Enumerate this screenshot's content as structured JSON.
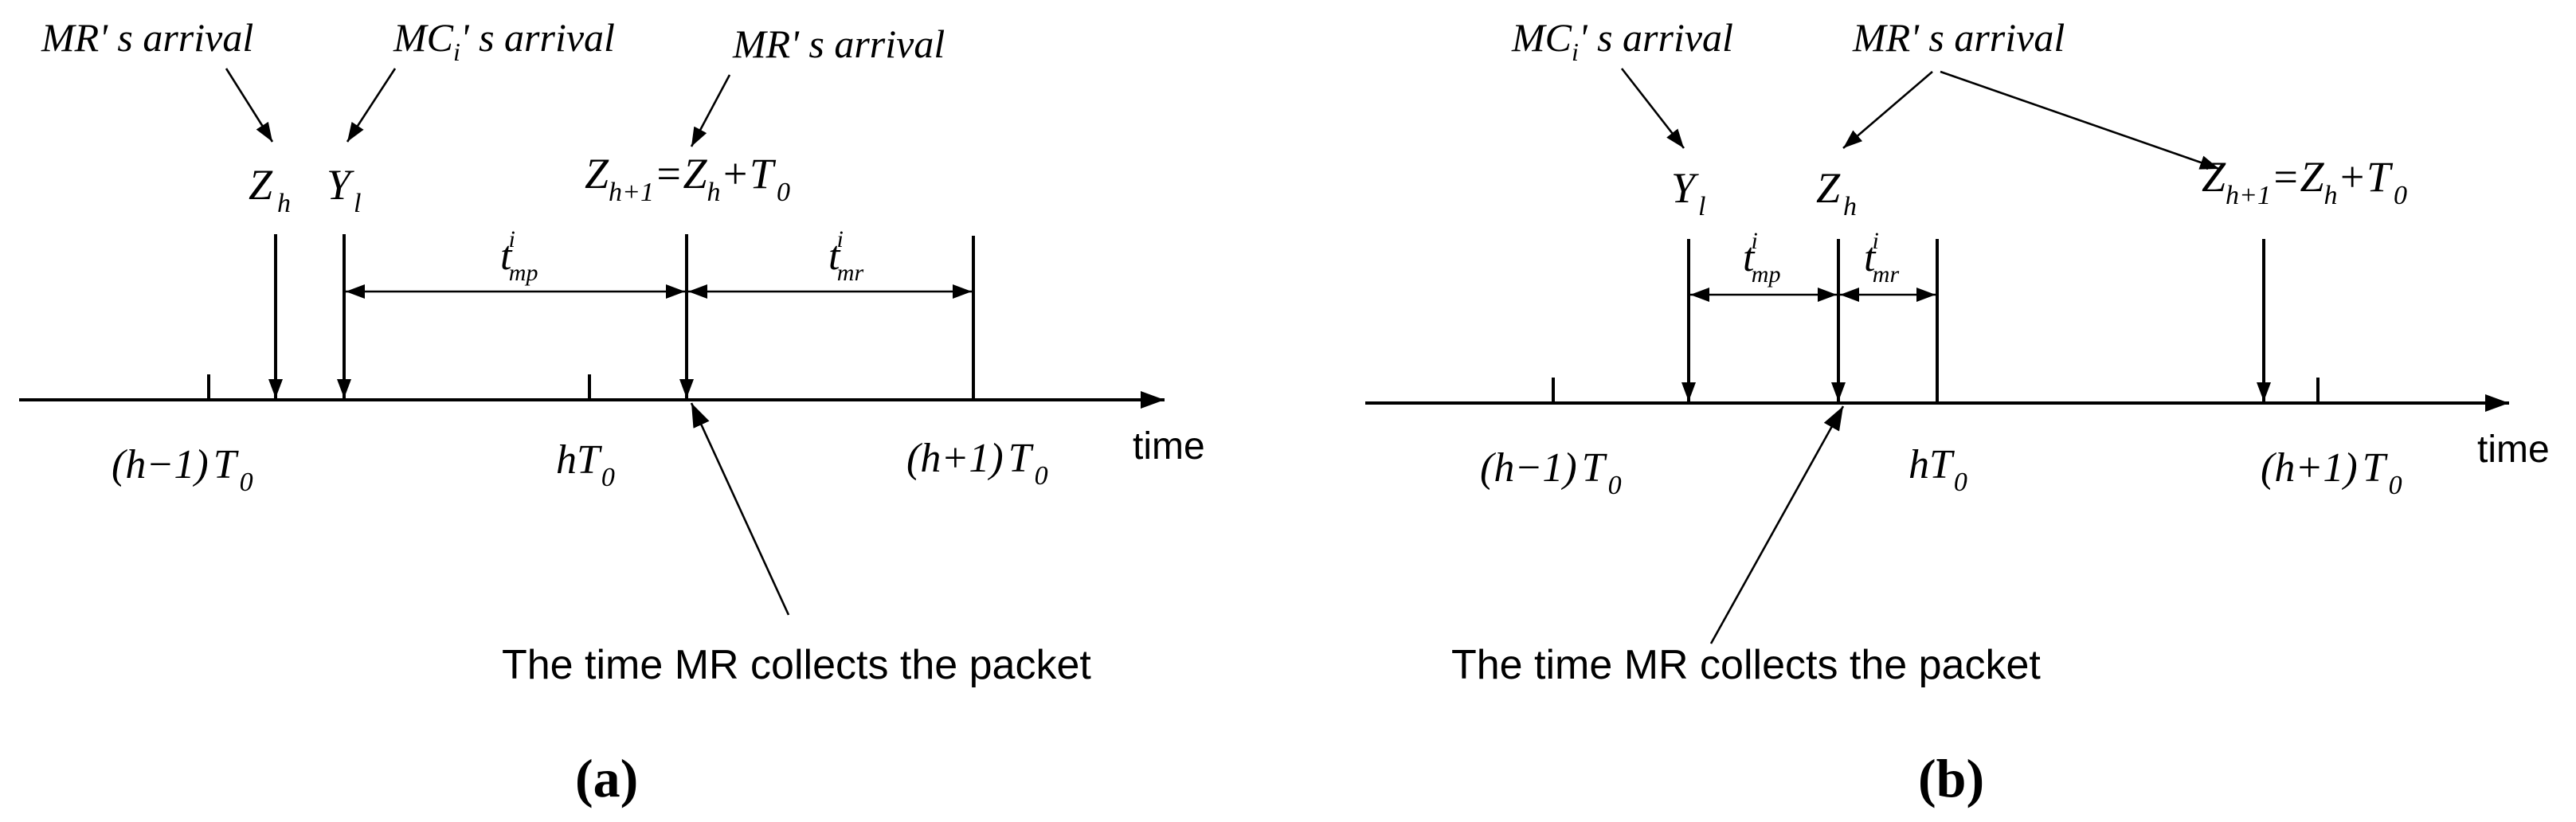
{
  "diagram": {
    "axis_label": "time",
    "collect_label": "The time MR collects the packet",
    "panel_a": {
      "caption": "(a)",
      "arrival_mr_1": "MR' s arrival",
      "arrival_mc": {
        "main": "MC",
        "sub": "i",
        "rest": "' s arrival"
      },
      "arrival_mr_2": "MR' s arrival",
      "z_h": {
        "main": "Z",
        "sub": "h"
      },
      "y_l": {
        "main": "Y",
        "sub": "l"
      },
      "z_h1": {
        "z": "Z",
        "sub": "h+1",
        "eq": "=",
        "z2": "Z",
        "sub2": "h",
        "plus": "+",
        "t": "T",
        "tsub": "0"
      },
      "t_mp": {
        "main": "t",
        "sup": "i",
        "sub": "mp"
      },
      "t_mr": {
        "main": "t",
        "sup": "i",
        "sub": "mr"
      },
      "tick_1": {
        "pre": "(",
        "h": "h",
        "op": "−1)",
        "t": "T",
        "sub": "0"
      },
      "tick_2": {
        "h": "h",
        "t": "T",
        "sub": "0"
      },
      "tick_3": {
        "pre": "(",
        "h": "h",
        "op": "+1)",
        "t": "T",
        "sub": "0"
      }
    },
    "panel_b": {
      "caption": "(b)",
      "arrival_mc": {
        "main": "MC",
        "sub": "i",
        "rest": "' s arrival"
      },
      "arrival_mr": "MR' s arrival",
      "y_l": {
        "main": "Y",
        "sub": "l"
      },
      "z_h": {
        "main": "Z",
        "sub": "h"
      },
      "z_h1": {
        "z": "Z",
        "sub": "h+1",
        "eq": "=",
        "z2": "Z",
        "sub2": "h",
        "plus": "+",
        "t": "T",
        "tsub": "0"
      },
      "t_mp": {
        "main": "t",
        "sup": "i",
        "sub": "mp"
      },
      "t_mr": {
        "main": "t",
        "sup": "i",
        "sub": "mr"
      },
      "tick_1": {
        "pre": "(",
        "h": "h",
        "op": "−1)",
        "t": "T",
        "sub": "0"
      },
      "tick_2": {
        "h": "h",
        "t": "T",
        "sub": "0"
      },
      "tick_3": {
        "pre": "(",
        "h": "h",
        "op": "+1)",
        "t": "T",
        "sub": "0"
      }
    }
  }
}
